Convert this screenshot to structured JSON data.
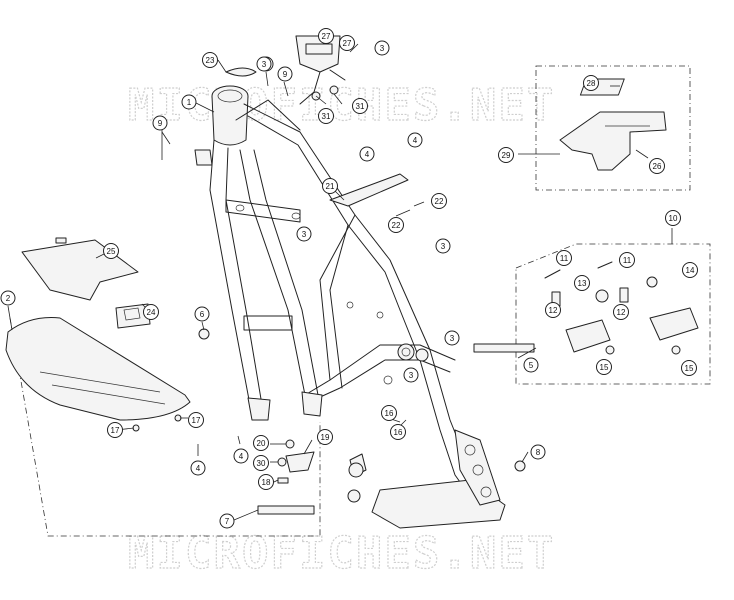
{
  "watermark": {
    "top": "MICROFICHES.NET",
    "bottom": "MICROFICHES.NET"
  },
  "callouts": [
    {
      "id": "c1",
      "label": "1"
    },
    {
      "id": "c2",
      "label": "2"
    },
    {
      "id": "c3a",
      "label": "3"
    },
    {
      "id": "c3b",
      "label": "3"
    },
    {
      "id": "c3c",
      "label": "3"
    },
    {
      "id": "c3d",
      "label": "3"
    },
    {
      "id": "c3e",
      "label": "3"
    },
    {
      "id": "c3f",
      "label": "3"
    },
    {
      "id": "c3g",
      "label": "3"
    },
    {
      "id": "c4a",
      "label": "4"
    },
    {
      "id": "c4b",
      "label": "4"
    },
    {
      "id": "c4c",
      "label": "4"
    },
    {
      "id": "c4d",
      "label": "4"
    },
    {
      "id": "c5",
      "label": "5"
    },
    {
      "id": "c6",
      "label": "6"
    },
    {
      "id": "c7",
      "label": "7"
    },
    {
      "id": "c8",
      "label": "8"
    },
    {
      "id": "c9a",
      "label": "9"
    },
    {
      "id": "c9b",
      "label": "9"
    },
    {
      "id": "c10",
      "label": "10"
    },
    {
      "id": "c11a",
      "label": "11"
    },
    {
      "id": "c11b",
      "label": "11"
    },
    {
      "id": "c12a",
      "label": "12"
    },
    {
      "id": "c12b",
      "label": "12"
    },
    {
      "id": "c13",
      "label": "13"
    },
    {
      "id": "c14",
      "label": "14"
    },
    {
      "id": "c15a",
      "label": "15"
    },
    {
      "id": "c15b",
      "label": "15"
    },
    {
      "id": "c16a",
      "label": "16"
    },
    {
      "id": "c16b",
      "label": "16"
    },
    {
      "id": "c17a",
      "label": "17"
    },
    {
      "id": "c17b",
      "label": "17"
    },
    {
      "id": "c18",
      "label": "18"
    },
    {
      "id": "c19",
      "label": "19"
    },
    {
      "id": "c20",
      "label": "20"
    },
    {
      "id": "c21",
      "label": "21"
    },
    {
      "id": "c22a",
      "label": "22"
    },
    {
      "id": "c22b",
      "label": "22"
    },
    {
      "id": "c23",
      "label": "23"
    },
    {
      "id": "c24",
      "label": "24"
    },
    {
      "id": "c25",
      "label": "25"
    },
    {
      "id": "c26",
      "label": "26"
    },
    {
      "id": "c27a",
      "label": "27"
    },
    {
      "id": "c27b",
      "label": "27"
    },
    {
      "id": "c28",
      "label": "28"
    },
    {
      "id": "c29",
      "label": "29"
    },
    {
      "id": "c30",
      "label": "30"
    },
    {
      "id": "c31a",
      "label": "31"
    },
    {
      "id": "c31b",
      "label": "31"
    }
  ]
}
